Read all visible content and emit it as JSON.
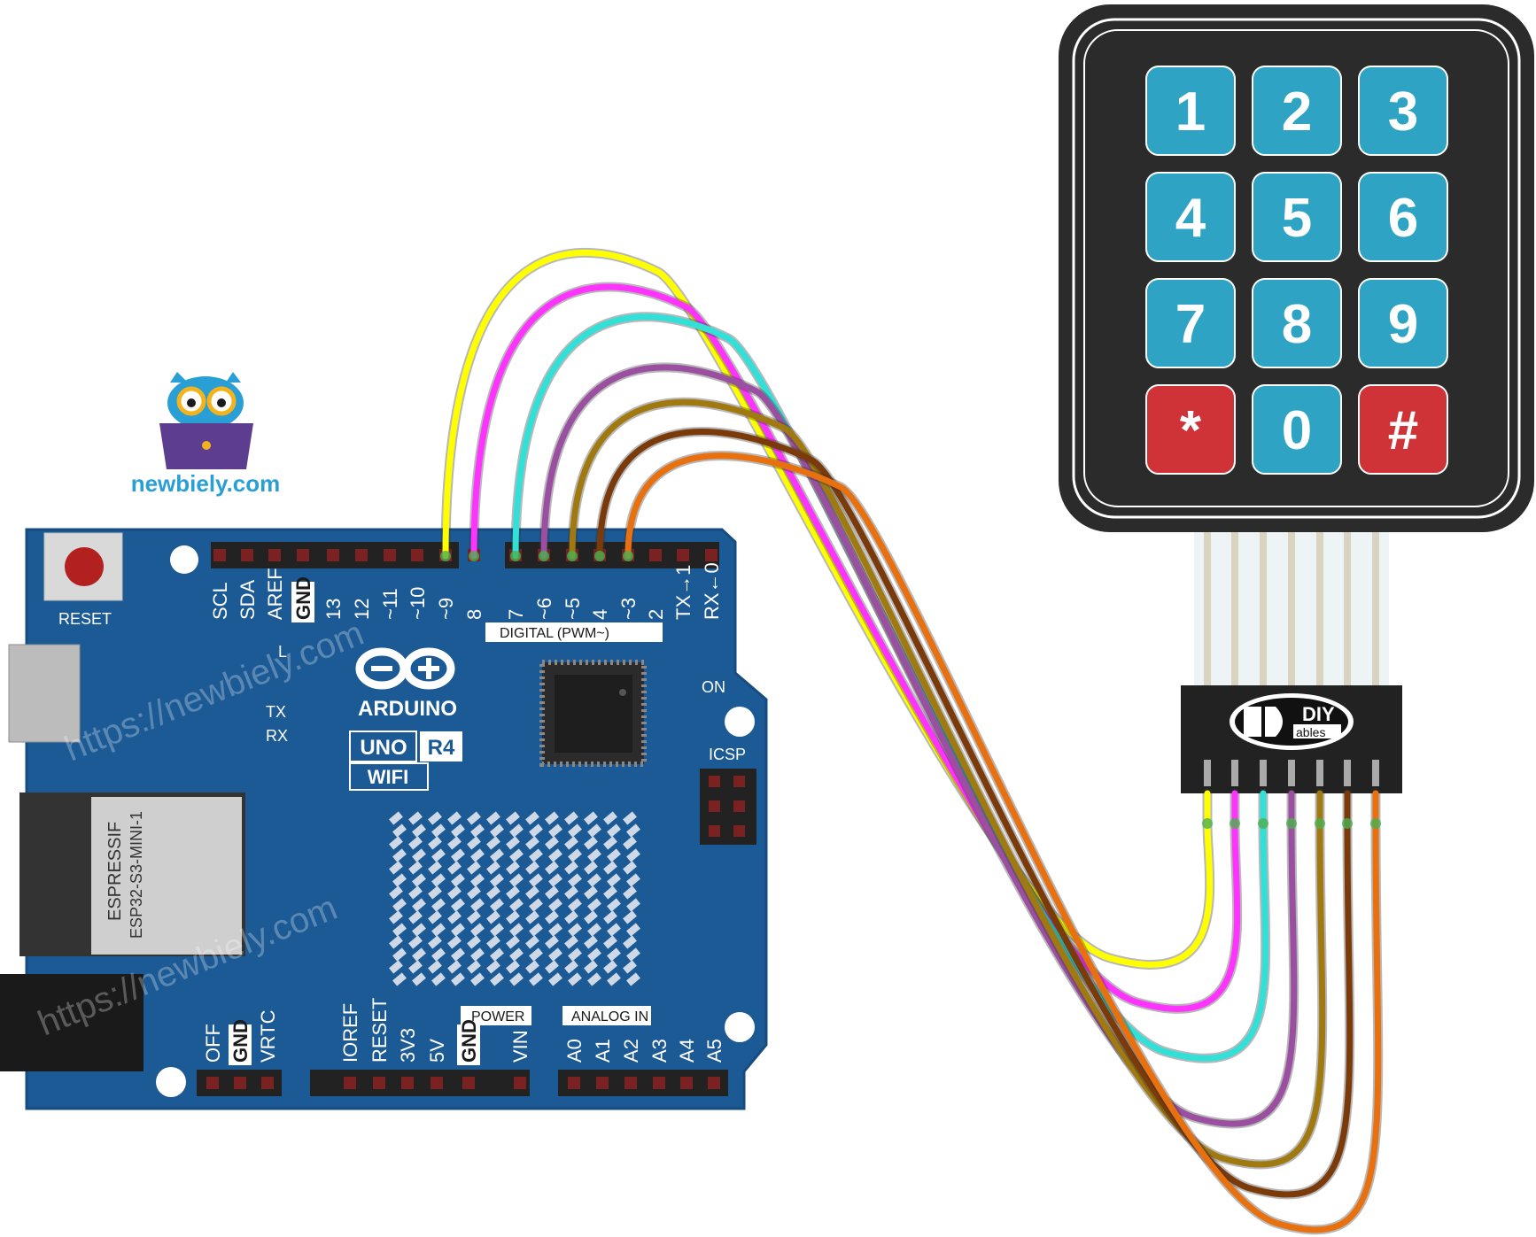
{
  "site_logo": {
    "text": "newbiely.com",
    "color": "#2a9fd6"
  },
  "watermark": {
    "text": "https://newbiely.com"
  },
  "board": {
    "name": "ARDUINO",
    "model": "UNO",
    "revision": "R4",
    "variant": "WIFI",
    "color": "#1c5a96",
    "reset_label": "RESET",
    "on_label": "ON",
    "icsp_label": "ICSP",
    "l_label": "L",
    "tx_led_label": "TX",
    "rx_led_label": "RX",
    "module_brand": "ESPRESSIF",
    "module_name": "ESP32-S3-MINI-1",
    "digital_header_label": "DIGITAL (PWM~)",
    "power_header_label": "POWER",
    "analog_header_label": "ANALOG IN",
    "top_pins": [
      "SCL",
      "SDA",
      "AREF",
      "GND",
      "13",
      "12",
      "~11",
      "~10",
      "~9",
      "8",
      "7",
      "~6",
      "~5",
      "4",
      "~3",
      "2",
      "TX→1",
      "RX←0"
    ],
    "power_pins": [
      "IOREF",
      "RESET",
      "3V3",
      "5V",
      "GND",
      "VIN"
    ],
    "analog_pins": [
      "A0",
      "A1",
      "A2",
      "A3",
      "A4",
      "A5"
    ],
    "left_pins": [
      "OFF",
      "GND",
      "VRTC"
    ]
  },
  "keypad": {
    "keys": [
      "1",
      "2",
      "3",
      "4",
      "5",
      "6",
      "7",
      "8",
      "9",
      "*",
      "0",
      "#"
    ],
    "key_color": "#2fa3c4",
    "special_key_color": "#cf3338",
    "body_color": "#2b2b2b",
    "connector_brand": "DIY",
    "connector_brand_sub": "ables"
  },
  "wires": [
    {
      "color": "#ffff00",
      "from_pin": "~9"
    },
    {
      "color": "#ff33ff",
      "from_pin": "8"
    },
    {
      "color": "#33e0d8",
      "from_pin": "7"
    },
    {
      "color": "#9b4fa0",
      "from_pin": "~6"
    },
    {
      "color": "#a07a10",
      "from_pin": "~5"
    },
    {
      "color": "#7a3a0a",
      "from_pin": "4"
    },
    {
      "color": "#e8700f",
      "from_pin": "~3"
    }
  ]
}
